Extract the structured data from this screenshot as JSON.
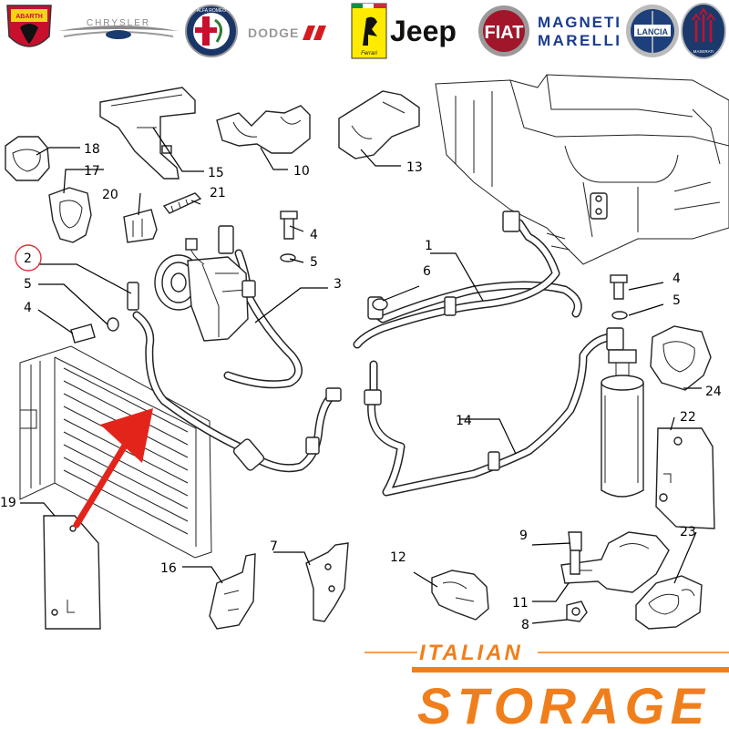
{
  "logos": [
    {
      "name": "abarth",
      "text": "ABARTH"
    },
    {
      "name": "chrysler",
      "text": "CHRYSLER"
    },
    {
      "name": "alfa-romeo",
      "text": "ALFA ROMEO"
    },
    {
      "name": "dodge",
      "text": "DODGE"
    },
    {
      "name": "ferrari",
      "text": "Ferrari"
    },
    {
      "name": "jeep",
      "text": "Jeep"
    },
    {
      "name": "fiat",
      "text": "FIAT"
    },
    {
      "name": "magneti-marelli",
      "text": "MAGNETI MARELLI"
    },
    {
      "name": "lancia",
      "text": "LANCIA"
    },
    {
      "name": "maserati",
      "text": "MASERATI"
    }
  ],
  "callouts": {
    "c1": "1",
    "c2": "2",
    "c3": "3",
    "c4a": "4",
    "c4b": "4",
    "c4c": "4",
    "c5a": "5",
    "c5b": "5",
    "c5c": "5",
    "c6": "6",
    "c7": "7",
    "c8": "8",
    "c9": "9",
    "c10": "10",
    "c11": "11",
    "c12": "12",
    "c13": "13",
    "c14": "14",
    "c15": "15",
    "c16": "16",
    "c17": "17",
    "c18": "18",
    "c19": "19",
    "c20": "20",
    "c21": "21",
    "c22": "22",
    "c23": "23",
    "c24": "24"
  },
  "brand": {
    "top": "ITALIAN",
    "bottom": "STORAGE",
    "color": "#f07f1b"
  },
  "colors": {
    "arrow": "#e3241b",
    "circle": "#d9333b"
  }
}
